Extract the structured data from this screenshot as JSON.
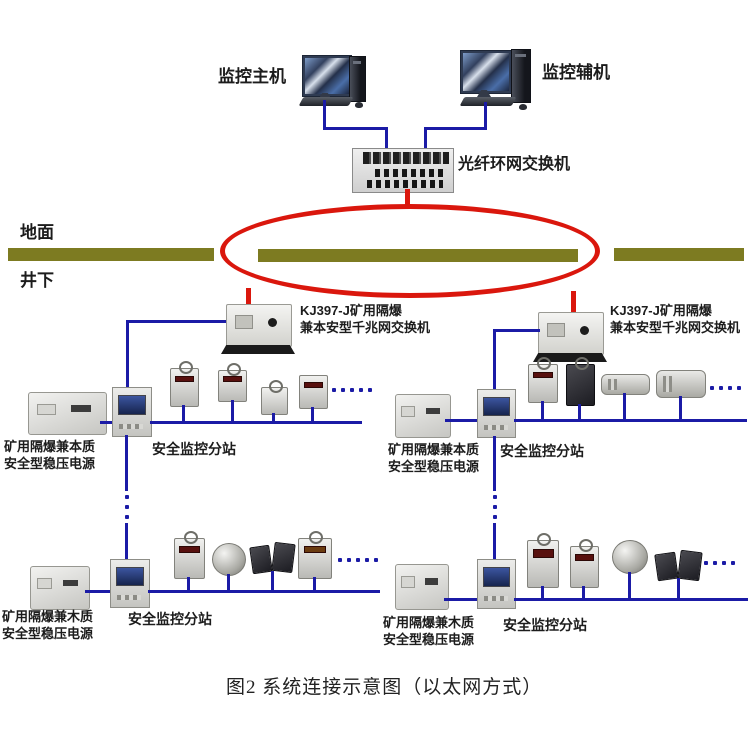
{
  "colors": {
    "wire_blue": "#1b1ba6",
    "ring_red": "#da170d",
    "bar_olive": "#7d7b21",
    "text_dark": "#1c1c1c"
  },
  "top": {
    "host_label": "监控主机",
    "aux_label": "监控辅机",
    "ring_switch_label": "光纤环网交换机"
  },
  "ground": {
    "surface_label": "地面",
    "underground_label": "井下"
  },
  "kj_switches": [
    {
      "line1": "KJ397-J矿用隔爆",
      "line2": "兼本安型千兆网交换机"
    },
    {
      "line1": "KJ397-J矿用隔爆",
      "line2": "兼本安型千兆网交换机"
    }
  ],
  "station_groups": [
    {
      "id": "mid-left",
      "power_line1": "矿用隔爆兼本质",
      "power_line2": "安全型稳压电源",
      "station_label": "安全监控分站"
    },
    {
      "id": "mid-right",
      "power_line1": "矿用隔爆兼本质",
      "power_line2": "安全型稳压电源",
      "station_label": "安全监控分站"
    },
    {
      "id": "bottom-left",
      "power_line1": "矿用隔爆兼木质",
      "power_line2": "安全型稳压电源",
      "station_label": "安全监控分站"
    },
    {
      "id": "bottom-right",
      "power_line1": "矿用隔爆兼木质",
      "power_line2": "安全型稳压电源",
      "station_label": "安全监控分站"
    }
  ],
  "caption": "图2 系统连接示意图（以太网方式）"
}
